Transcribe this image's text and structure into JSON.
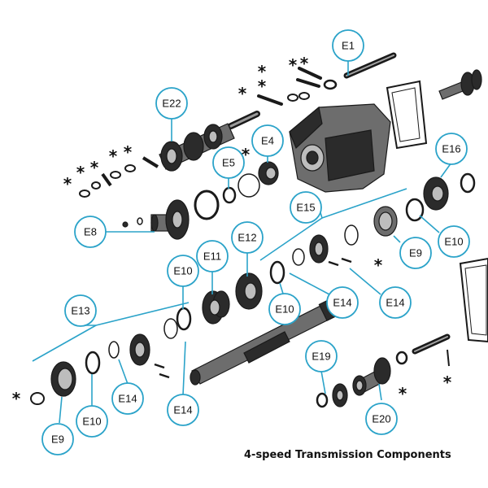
{
  "caption": "4-speed Transmission Components",
  "asterisk": "*",
  "labels": {
    "E1": "E1",
    "E4": "E4",
    "E5": "E5",
    "E8": "E8",
    "E9a": "E9",
    "E9b": "E9",
    "E10a": "E10",
    "E10b": "E10",
    "E10c": "E10",
    "E10d": "E10",
    "E11": "E11",
    "E12": "E12",
    "E13": "E13",
    "E14a": "E14",
    "E14b": "E14",
    "E14c": "E14",
    "E14d": "E14",
    "E15": "E15",
    "E16": "E16",
    "E19": "E19",
    "E20": "E20",
    "E22": "E22"
  },
  "colors": {
    "accent": "#2ba3c9",
    "ink": "#1a1a1a"
  }
}
